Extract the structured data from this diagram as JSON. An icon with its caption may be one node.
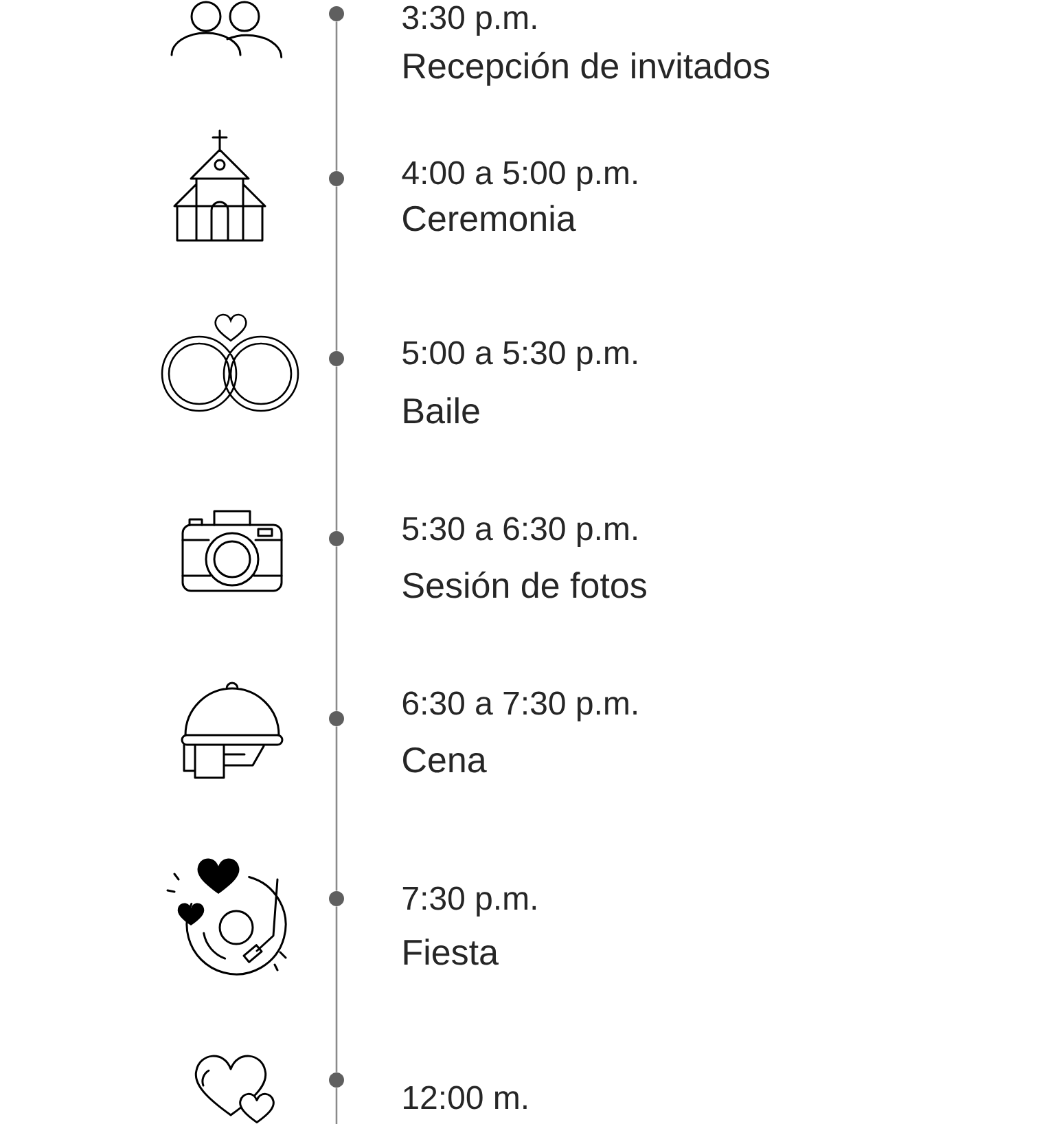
{
  "diagram": {
    "nodes": [
      {
        "text": [],
        "shape": "circle",
        "beside": [
          "3:30 p.m.",
          "Recepción de invitados"
        ]
      },
      {
        "text": [],
        "shape": "circle",
        "beside": [
          "4:00 a 5:00 p.m.",
          "Ceremonia"
        ]
      },
      {
        "text": [],
        "shape": "circle",
        "beside": [
          "5:00 a 5:30 p.m.",
          "Baile"
        ]
      },
      {
        "text": [],
        "shape": "circle",
        "beside": [
          "5:30 a 6:30 p.m.",
          "Sesión de fotos"
        ]
      },
      {
        "text": [],
        "shape": "circle",
        "beside": [
          "6:30 a 7:30 p.m.",
          "Cena"
        ]
      },
      {
        "text": [],
        "shape": "circle",
        "beside": [
          "7:30 p.m.",
          "Fiesta"
        ]
      },
      {
        "text": [],
        "shape": "circle",
        "beside": [
          "12:00 m."
        ]
      }
    ],
    "edges": [
      {
        "from": 0,
        "to": 1,
        "arrow": "none"
      },
      {
        "from": 1,
        "to": 2,
        "arrow": "none"
      },
      {
        "from": 2,
        "to": 3,
        "arrow": "none"
      },
      {
        "from": 3,
        "to": 4,
        "arrow": "none"
      },
      {
        "from": 4,
        "to": 5,
        "arrow": "none"
      },
      {
        "from": 5,
        "to": 6,
        "arrow": "none"
      },
      {
        "from": 6,
        "to": null,
        "arrow": "none"
      }
    ]
  }
}
